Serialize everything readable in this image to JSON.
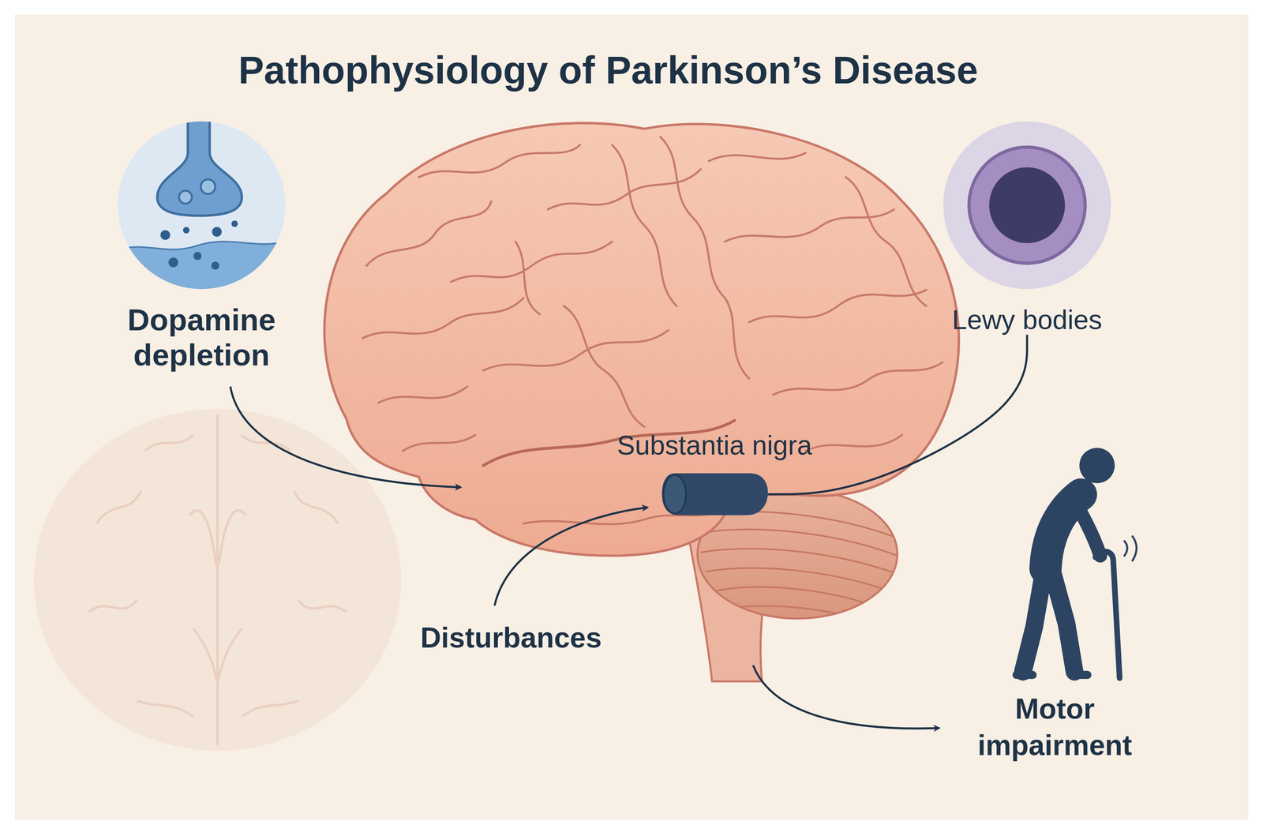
{
  "diagram": {
    "title": "Pathophysiology of Parkinson’s Disease",
    "nodes": [
      {
        "text": [
          "Dopamine depletion"
        ]
      },
      {
        "text": [
          "Lewy bodies"
        ]
      },
      {
        "text": [
          "Substantia nigra"
        ]
      }
    ],
    "edges": [
      {
        "from": 1,
        "to": 2,
        "arrow": "none"
      }
    ],
    "labels": [
      "Disturbances",
      "Motor impairment"
    ]
  }
}
